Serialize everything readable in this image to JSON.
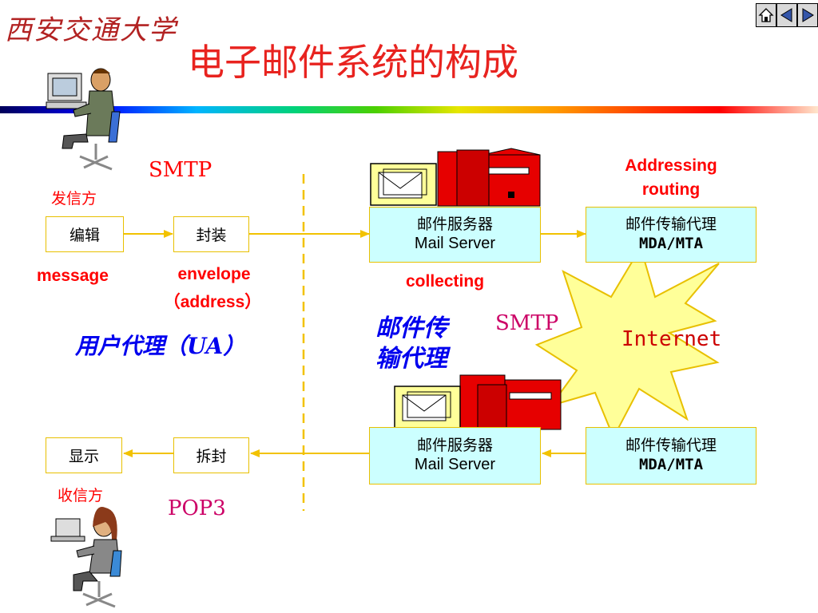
{
  "header": {
    "logo": "西安交通大学",
    "title": "电子邮件系统的构成"
  },
  "nav": {
    "home": "home-icon",
    "prev": "prev-icon",
    "next": "next-icon"
  },
  "labels": {
    "smtp_top": "SMTP",
    "sender": "发信方",
    "receiver": "收信方",
    "message": "message",
    "envelope": "envelope",
    "address": "（address）",
    "ua": "用户代理（UA）",
    "mta_line1": "邮件传",
    "mta_line2": "输代理",
    "smtp_mid": "SMTP",
    "pop3": "POP3",
    "collecting": "collecting",
    "addressing": "Addressing",
    "routing": "routing",
    "internet": "Internet"
  },
  "boxes": {
    "edit": "编辑",
    "seal": "封装",
    "display": "显示",
    "unseal": "拆封",
    "mail_server_top_cn": "邮件服务器",
    "mail_server_top_en": "Mail Server",
    "mail_server_bot_cn": "邮件服务器",
    "mail_server_bot_en": "Mail Server",
    "mta_top_cn": "邮件传输代理",
    "mta_top_en": "MDA/MTA",
    "mta_bot_cn": "邮件传输代理",
    "mta_bot_en": "MDA/MTA"
  },
  "colors": {
    "title": "#e8231f",
    "box_border": "#e8c000",
    "server_fill": "#ccffff",
    "arrow": "#f2c200",
    "label_red": "#ff0000",
    "protocol": "#cc0066",
    "agent_blue": "#0000ee",
    "burst": "#ffff99"
  }
}
